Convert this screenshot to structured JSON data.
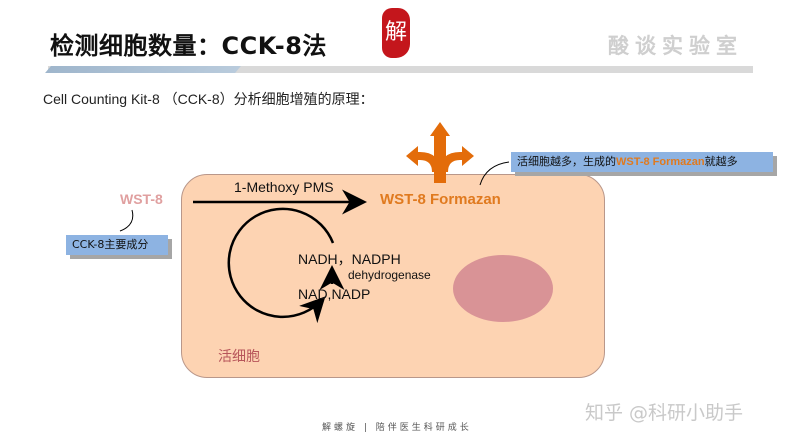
{
  "header": {
    "title": "检测细胞数量：CCK-8法",
    "seal_glyph": "解",
    "brand": "酸谈实验室"
  },
  "subtitle": "Cell Counting Kit-8 （CCK-8）分析细胞增殖的原理：",
  "diagram": {
    "reagent": "WST-8",
    "reagent_note": "CCK-8主要成分",
    "electron_carrier": "1-Methoxy PMS",
    "product": "WST-8 Formazan",
    "reduced": "NADH，NADPH",
    "enzyme": "dehydrogenase",
    "oxidized": "NAD,NADP",
    "cell_label": "活细胞",
    "callout": {
      "prefix": "活细胞越多，生成的",
      "highlight": "WST-8 Formazan",
      "suffix": "就越多"
    },
    "colors": {
      "cell_fill": "#fdd3b2",
      "nucleus_fill": "#d99396",
      "product_orange": "#e07a1f",
      "callout_blue": "#8db3e2",
      "reagent_pink": "#e0a0a0"
    }
  },
  "footer": {
    "text": "解螺旋 | 陪伴医生科研成长",
    "watermark": "知乎 @科研小助手"
  }
}
